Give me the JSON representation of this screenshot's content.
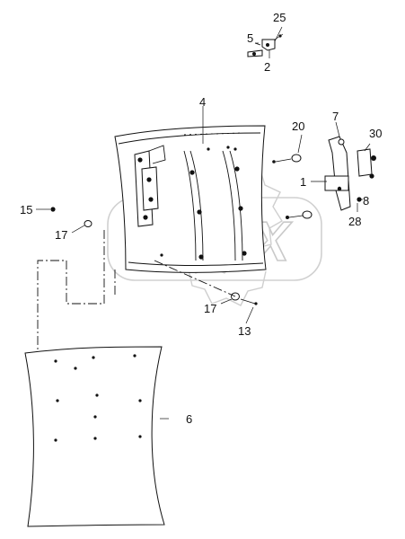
{
  "watermark": {
    "text": "OPEX"
  },
  "callouts": {
    "p25": "25",
    "p5": "5",
    "p2": "2",
    "p4": "4",
    "p20": "20",
    "p7": "7",
    "p30": "30",
    "p1": "1",
    "p8": "8",
    "p28": "28",
    "p15": "15",
    "p17a": "17",
    "p17b": "17",
    "p13": "13",
    "p6": "6"
  }
}
